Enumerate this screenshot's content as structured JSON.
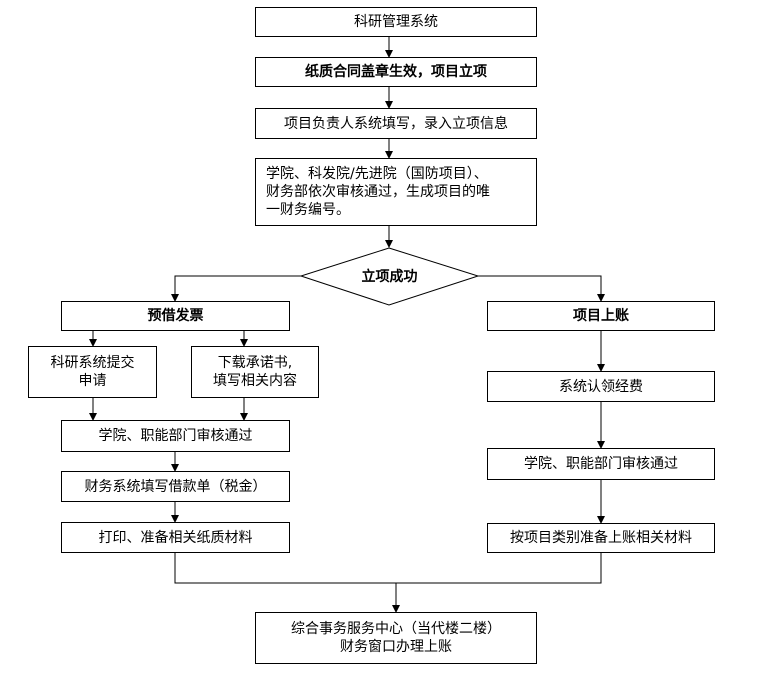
{
  "nodes": {
    "system": "科研管理系统",
    "contract": "纸质合同盖章生效，项目立项",
    "entry": "项目负责人系统填写，录入立项信息",
    "review": "学院、科发院/先进院（国防项目）、\n财务部依次审核通过，生成项目的唯\n一财务编号。",
    "success": "立项成功",
    "invoice": "预借发票",
    "apply": "科研系统提交\n申请",
    "download": "下载承诺书,\n填写相关内容",
    "dept_left": "学院、职能部门审核通过",
    "finance_form": "财务系统填写借款单（税金）",
    "print": "打印、准备相关纸质材料",
    "account": "项目上账",
    "claim": "系统认领经费",
    "dept_right": "学院、职能部门审核通过",
    "prepare": "按项目类别准备上账相关材料",
    "center": "综合事务服务中心（当代楼二楼）\n财务窗口办理上账"
  }
}
